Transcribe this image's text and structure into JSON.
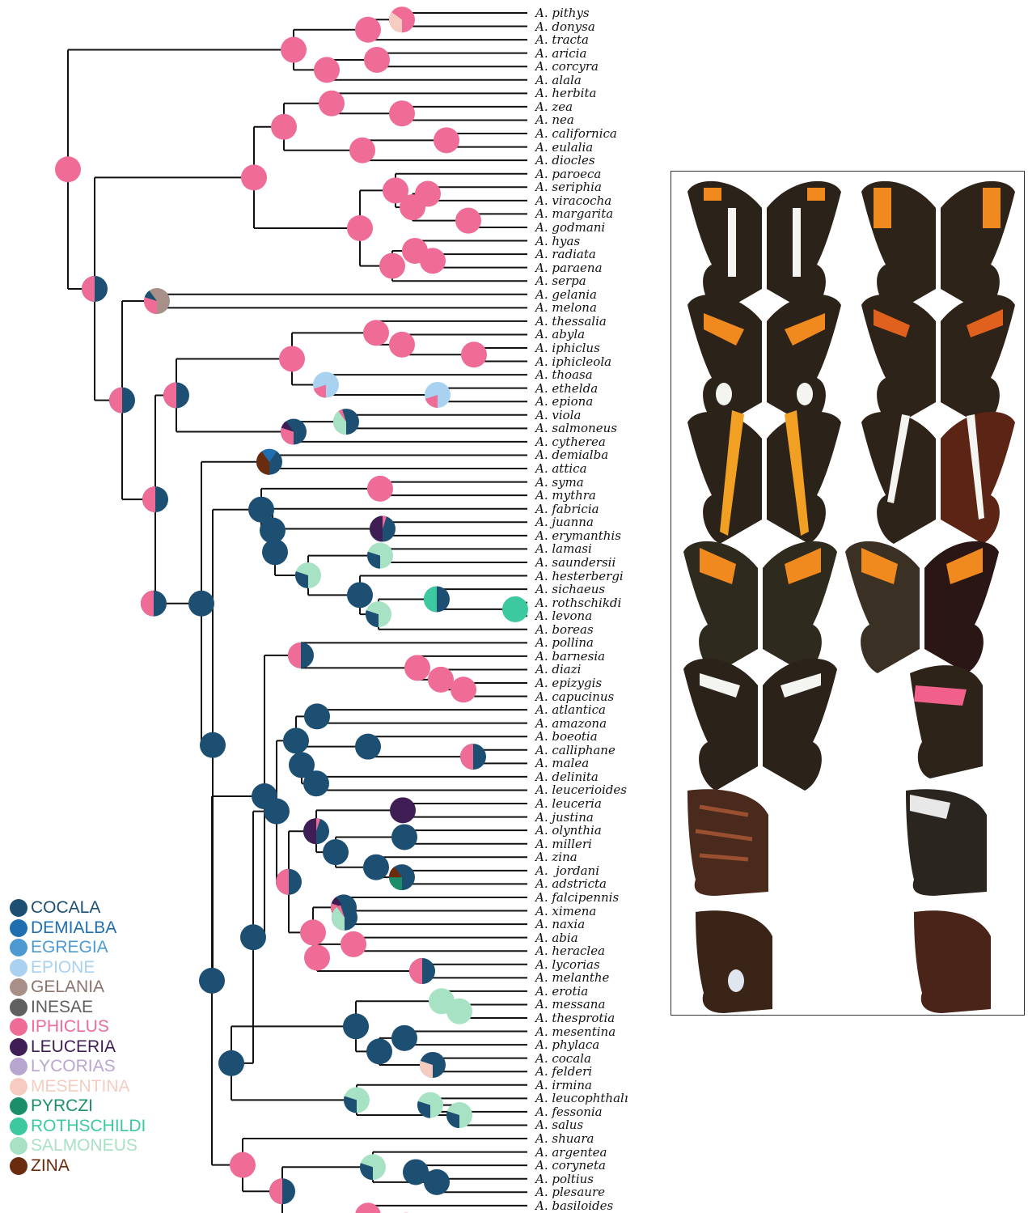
{
  "taxa": [
    "A. pithys",
    "A. donysa",
    "A. tracta",
    "A. aricia",
    "A. corcyra",
    "A. alala",
    "A. herbita",
    "A. zea",
    "A. nea",
    "A. californica",
    "A. eulalia",
    "A. diocles",
    "A. paroeca",
    "A. seriphia",
    "A. viracocha",
    "A. margarita",
    "A. godmani",
    "A. hyas",
    "A. radiata",
    "A. paraena",
    "A. serpa",
    "A. gelania",
    "A. melona",
    "A. thessalia",
    "A. abyla",
    "A. iphiclus",
    "A. iphicleola",
    "A. thoasa",
    "A. ethelda",
    "A. epiona",
    "A. viola",
    "A. salmoneus",
    "A. cytherea",
    "A. demialba",
    "A. attica",
    "A. syma",
    "A. mythra",
    "A. fabricia",
    "A. juanna",
    "A. erymanthis",
    "A. lamasi",
    "A. saundersii",
    "A. hesterbergi",
    "A. sichaeus",
    "A. rothschikdi",
    "A. levona",
    "A. boreas",
    "A. pollina",
    "A. barnesia",
    "A. diazi",
    "A. epizygis",
    "A. capucinus",
    "A. atlantica",
    "A. amazona",
    "A. boeotia",
    "A. calliphane",
    "A. malea",
    "A. delinita",
    "A. leucerioides",
    "A. leuceria",
    "A. justina",
    "A. olynthia",
    "A. milleri",
    "A. zina",
    "A.  jordani",
    "A. adstricta",
    "A. falcipennis",
    "A. ximena",
    "A. naxia",
    "A. abia",
    "A. heraclea",
    "A. lycorias",
    "A. melanthe",
    "A. erotia",
    "A. messana",
    "A. thesprotia",
    "A. mesentina",
    "A. phylaca",
    "A. cocala",
    "A. felderi",
    "A. irmina",
    "A. leucophthalı",
    "A. fessonia",
    "A. salus",
    "A. shuara",
    "A. argentea",
    "A. coryneta",
    "A. poltius",
    "A. plesaure",
    "A. basiloides"
  ],
  "legend": [
    {
      "label": "COCALA",
      "color": "#1c4f72",
      "label_color": "#1c4f72"
    },
    {
      "label": "DEMIALBA",
      "color": "#1f6fb0",
      "label_color": "#1f6fb0"
    },
    {
      "label": "EGREGIA",
      "color": "#4d9ad3",
      "label_color": "#4d9ad3"
    },
    {
      "label": "EPIONE",
      "color": "#a8d2f0",
      "label_color": "#a8d2f0"
    },
    {
      "label": "GELANIA",
      "color": "#a89088",
      "label_color": "#8a746c"
    },
    {
      "label": "INESAE",
      "color": "#5f5f5f",
      "label_color": "#5f5f5f"
    },
    {
      "label": "IPHICLUS",
      "color": "#ee6c96",
      "label_color": "#ee6c96"
    },
    {
      "label": "LEUCERIA",
      "color": "#3f1d55",
      "label_color": "#3f1d55"
    },
    {
      "label": "LYCORIAS",
      "color": "#b9a6d0",
      "label_color": "#b9a6d0"
    },
    {
      "label": "MESENTINA",
      "color": "#f6ccc0",
      "label_color": "#f6ccc0"
    },
    {
      "label": "PYRCZI",
      "color": "#1c8f6a",
      "label_color": "#1c8f6a"
    },
    {
      "label": "ROTHSCHILDI",
      "color": "#3cc9a0",
      "label_color": "#3cc9a0"
    },
    {
      "label": "SALMONEUS",
      "color": "#a8e2c4",
      "label_color": "#a8e2c4"
    },
    {
      "label": "ZINA",
      "color": "#6a2b0f",
      "label_color": "#6a2b0f"
    }
  ],
  "nodes": [
    {
      "state": "IPHICLUS",
      "mix": []
    },
    {
      "state": "IPHICLUS",
      "mix": [
        [
          "MESENTINA",
          0.35
        ]
      ]
    },
    {
      "state": "IPHICLUS",
      "mix": []
    },
    {
      "state": "COCALA",
      "mix": [
        [
          "IPHICLUS",
          0.5
        ]
      ]
    },
    {
      "state": "COCALA",
      "mix": [
        [
          "IPHICLUS",
          0.3
        ],
        [
          "LEUCERIA",
          0.1
        ]
      ]
    },
    {
      "state": "EPIONE",
      "mix": [
        [
          "IPHICLUS",
          0.2
        ]
      ]
    },
    {
      "state": "COCALA",
      "mix": [
        [
          "SALMONEUS",
          0.4
        ],
        [
          "IPHICLUS",
          0.05
        ]
      ]
    },
    {
      "state": "COCALA",
      "mix": [
        [
          "ZINA",
          0.4
        ],
        [
          "DEMIALBA",
          0.2
        ]
      ]
    },
    {
      "state": "COCALA",
      "mix": [
        [
          "LEUCERIA",
          0.5
        ],
        [
          "IPHICLUS",
          0.05
        ]
      ]
    },
    {
      "state": "SALMONEUS",
      "mix": [
        [
          "COCALA",
          0.3
        ]
      ]
    },
    {
      "state": "ROTHSCHILDI",
      "mix": []
    },
    {
      "state": "COCALA",
      "mix": [
        [
          "ROTHSCHILDI",
          0.5
        ]
      ]
    },
    {
      "state": "GELANIA",
      "mix": [
        [
          "IPHICLUS",
          0.3
        ],
        [
          "COCALA",
          0.1
        ]
      ]
    },
    {
      "state": "LEUCERIA",
      "mix": []
    },
    {
      "state": "COCALA",
      "mix": [
        [
          "PYRCZI",
          0.25
        ],
        [
          "ZINA",
          0.15
        ]
      ]
    },
    {
      "state": "SALMONEUS",
      "mix": []
    },
    {
      "state": "COCALA",
      "mix": [
        [
          "MESENTINA",
          0.3
        ]
      ]
    }
  ],
  "photo_panel": {
    "rows": 7
  }
}
